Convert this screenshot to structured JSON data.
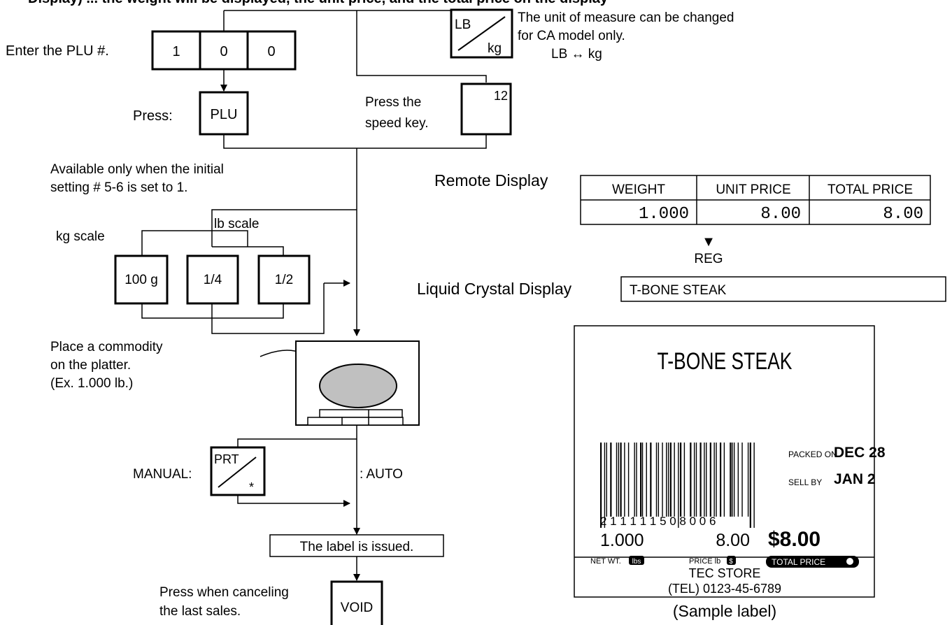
{
  "header_partial": "Display) ... the weight will be displayed, the unit price, and the total price on the display",
  "plu_entry": {
    "label": "Enter the PLU #.",
    "digits": [
      "1",
      "0",
      "0"
    ]
  },
  "plu_press": {
    "label": "Press:",
    "key": "PLU"
  },
  "speed_key": {
    "label_line1": "Press the",
    "label_line2": "speed key.",
    "key": "12"
  },
  "unit_key": {
    "top": "LB",
    "bottom": "kg",
    "note_line1": "The unit of measure can be changed",
    "note_line2": "for CA model only.",
    "note_line3": "LB ↔ kg"
  },
  "initial_setting": {
    "note_line1": "Available only when the initial",
    "note_line2": "setting # 5-6 is set to 1.",
    "kg_scale": "kg scale",
    "lb_scale": "lb scale",
    "keys": [
      "100 g",
      "1/4",
      "1/2"
    ]
  },
  "platter": {
    "note_line1": "Place a commodity",
    "note_line2": "on the platter.",
    "note_line3": "(Ex. 1.000 lb.)"
  },
  "print_step": {
    "manual_label": "MANUAL:",
    "key_top": "PRT",
    "key_bottom": "*",
    "auto_label": ": AUTO",
    "issued": "The label is issued."
  },
  "void_step": {
    "note_line1": "Press when canceling",
    "note_line2": "the last sales.",
    "key": "VOID"
  },
  "remote_display": {
    "title": "Remote Display",
    "headers": [
      "WEIGHT",
      "UNIT PRICE",
      "TOTAL PRICE"
    ],
    "values": [
      "1.000",
      "8.00",
      "8.00"
    ],
    "marker": "▼",
    "mode": "REG"
  },
  "lcd": {
    "title": "Liquid Crystal Display",
    "text": "T-BONE STEAK"
  },
  "sample_label": {
    "product": "T-BONE STEAK",
    "packed_on_label": "PACKED ON",
    "packed_on": "DEC 28",
    "sell_by_label": "SELL BY",
    "sell_by": "JAN 2",
    "barcode_digits": "2 1 1 1 1 1  5 0 8 0 0 6",
    "net_weight": "1.000",
    "unit_price": "8.00",
    "total_price": "$8.00",
    "net_wt_label": "NET WT.",
    "lbs_badge": "lbs",
    "price_label": "PRICE  lb",
    "dollar_badge": "$",
    "total_price_label": "TOTAL PRICE",
    "store_name": "TEC STORE",
    "store_tel": "(TEL) 0123-45-6789",
    "caption": "(Sample label)"
  }
}
